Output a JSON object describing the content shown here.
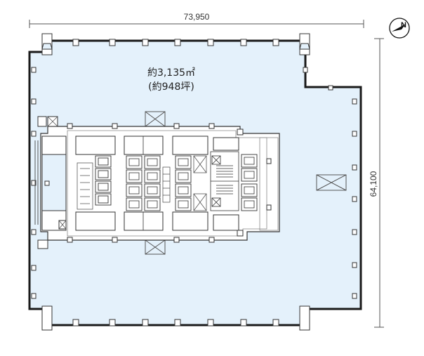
{
  "dimensions": {
    "width_label": "73,950",
    "depth_label": "64,100"
  },
  "area": {
    "sqm_label": "約3,135㎡",
    "tsubo_label": "(約948坪)"
  },
  "compass": {
    "label": "N"
  },
  "colors": {
    "floor_fill": "#e4f1fb",
    "wall": "#1a1a1a",
    "core_fill": "#ffffff",
    "line": "#555555"
  }
}
